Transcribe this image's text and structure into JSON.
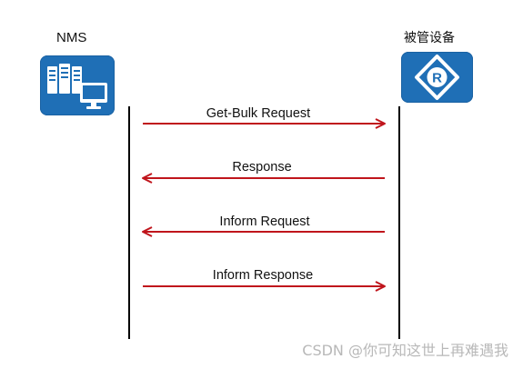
{
  "entities": {
    "nms_label": "NMS",
    "device_label": "被管设备"
  },
  "messages": [
    {
      "label": "Get-Bulk Request",
      "direction": "right"
    },
    {
      "label": "Response",
      "direction": "left"
    },
    {
      "label": "Inform Request",
      "direction": "left"
    },
    {
      "label": "Inform Response",
      "direction": "right"
    }
  ],
  "watermark": "CSDN @你可知这世上再难遇我",
  "colors": {
    "arrow": "#c0151c",
    "icon_bg": "#1f6fb6",
    "lifeline": "#000000"
  },
  "icons": {
    "nms": "server-monitor-icon",
    "device": "router-icon"
  }
}
